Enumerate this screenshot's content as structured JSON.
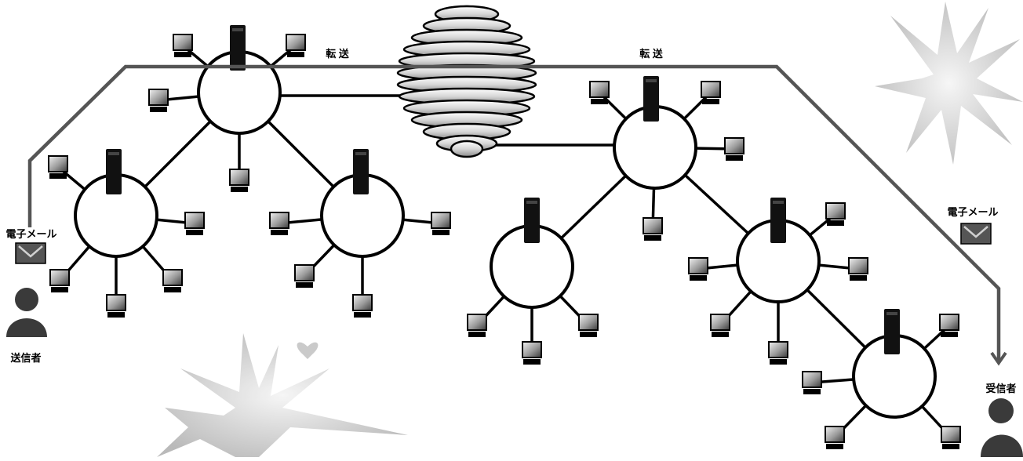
{
  "labels": {
    "transfer_left": "転 送",
    "transfer_right": "転 送",
    "email_sender": "電子メール",
    "email_receiver": "電子メール",
    "sender": "送信者",
    "receiver": "受信者"
  },
  "colors": {
    "route": "#555555",
    "stroke": "#000000",
    "server": "#111111",
    "envelope": "#555555",
    "person": "#3a3a3a",
    "splash": "#bdbdbd"
  },
  "icons": {
    "globe": "internet-globe-icon",
    "server": "server-icon",
    "terminal": "computer-terminal-icon",
    "mail": "envelope-icon",
    "person": "person-icon"
  }
}
